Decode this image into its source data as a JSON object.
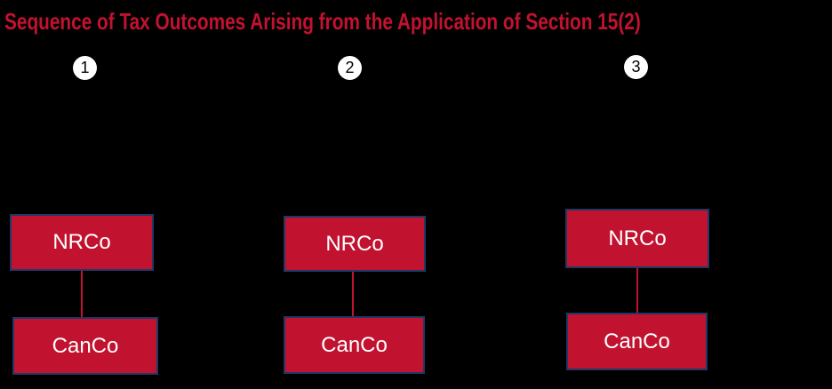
{
  "title": {
    "text": "Sequence of Tax Outcomes Arising from the Application of Section 15(2)"
  },
  "colors": {
    "background": "#000000",
    "title_color": "#C3122F",
    "box_fill": "#C1122F",
    "box_border": "#1F3864",
    "box_text": "#FFFFFF",
    "connector": "#C1122F",
    "badge_bg": "#FFFFFF",
    "badge_text": "#000000"
  },
  "diagram": {
    "columns": [
      {
        "badge": "1",
        "top_entity": "NRCo",
        "bottom_entity": "CanCo"
      },
      {
        "badge": "2",
        "top_entity": "NRCo",
        "bottom_entity": "CanCo"
      },
      {
        "badge": "3",
        "top_entity": "NRCo",
        "bottom_entity": "CanCo"
      }
    ]
  }
}
